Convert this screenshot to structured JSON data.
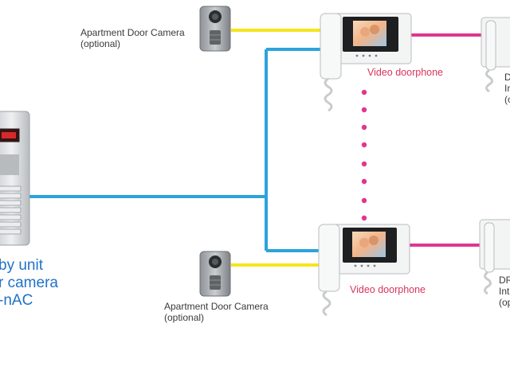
{
  "lobby": {
    "lines": [
      "by unit",
      "r camera",
      "-nAC"
    ]
  },
  "apartment_camera_top": {
    "line1": "Apartment Door Camera",
    "line2": "(optional)"
  },
  "apartment_camera_bottom": {
    "line1": "Apartment Door Camera",
    "line2": "(optional)"
  },
  "doorphone_top": {
    "label": "Video doorphone"
  },
  "doorphone_bottom": {
    "label": "Video doorphone"
  },
  "intercom_top": {
    "lines": [
      "D",
      "In",
      "(o"
    ]
  },
  "intercom_bottom": {
    "lines": [
      "DR",
      "Int",
      "(op"
    ]
  },
  "colors": {
    "video_line": "#2ba3dd",
    "camera_line": "#f5e51c",
    "intercom_line": "#e0368f",
    "dotted_link": "#e0368f",
    "label_red": "#d9345c",
    "label_blue": "#1f72c8"
  }
}
